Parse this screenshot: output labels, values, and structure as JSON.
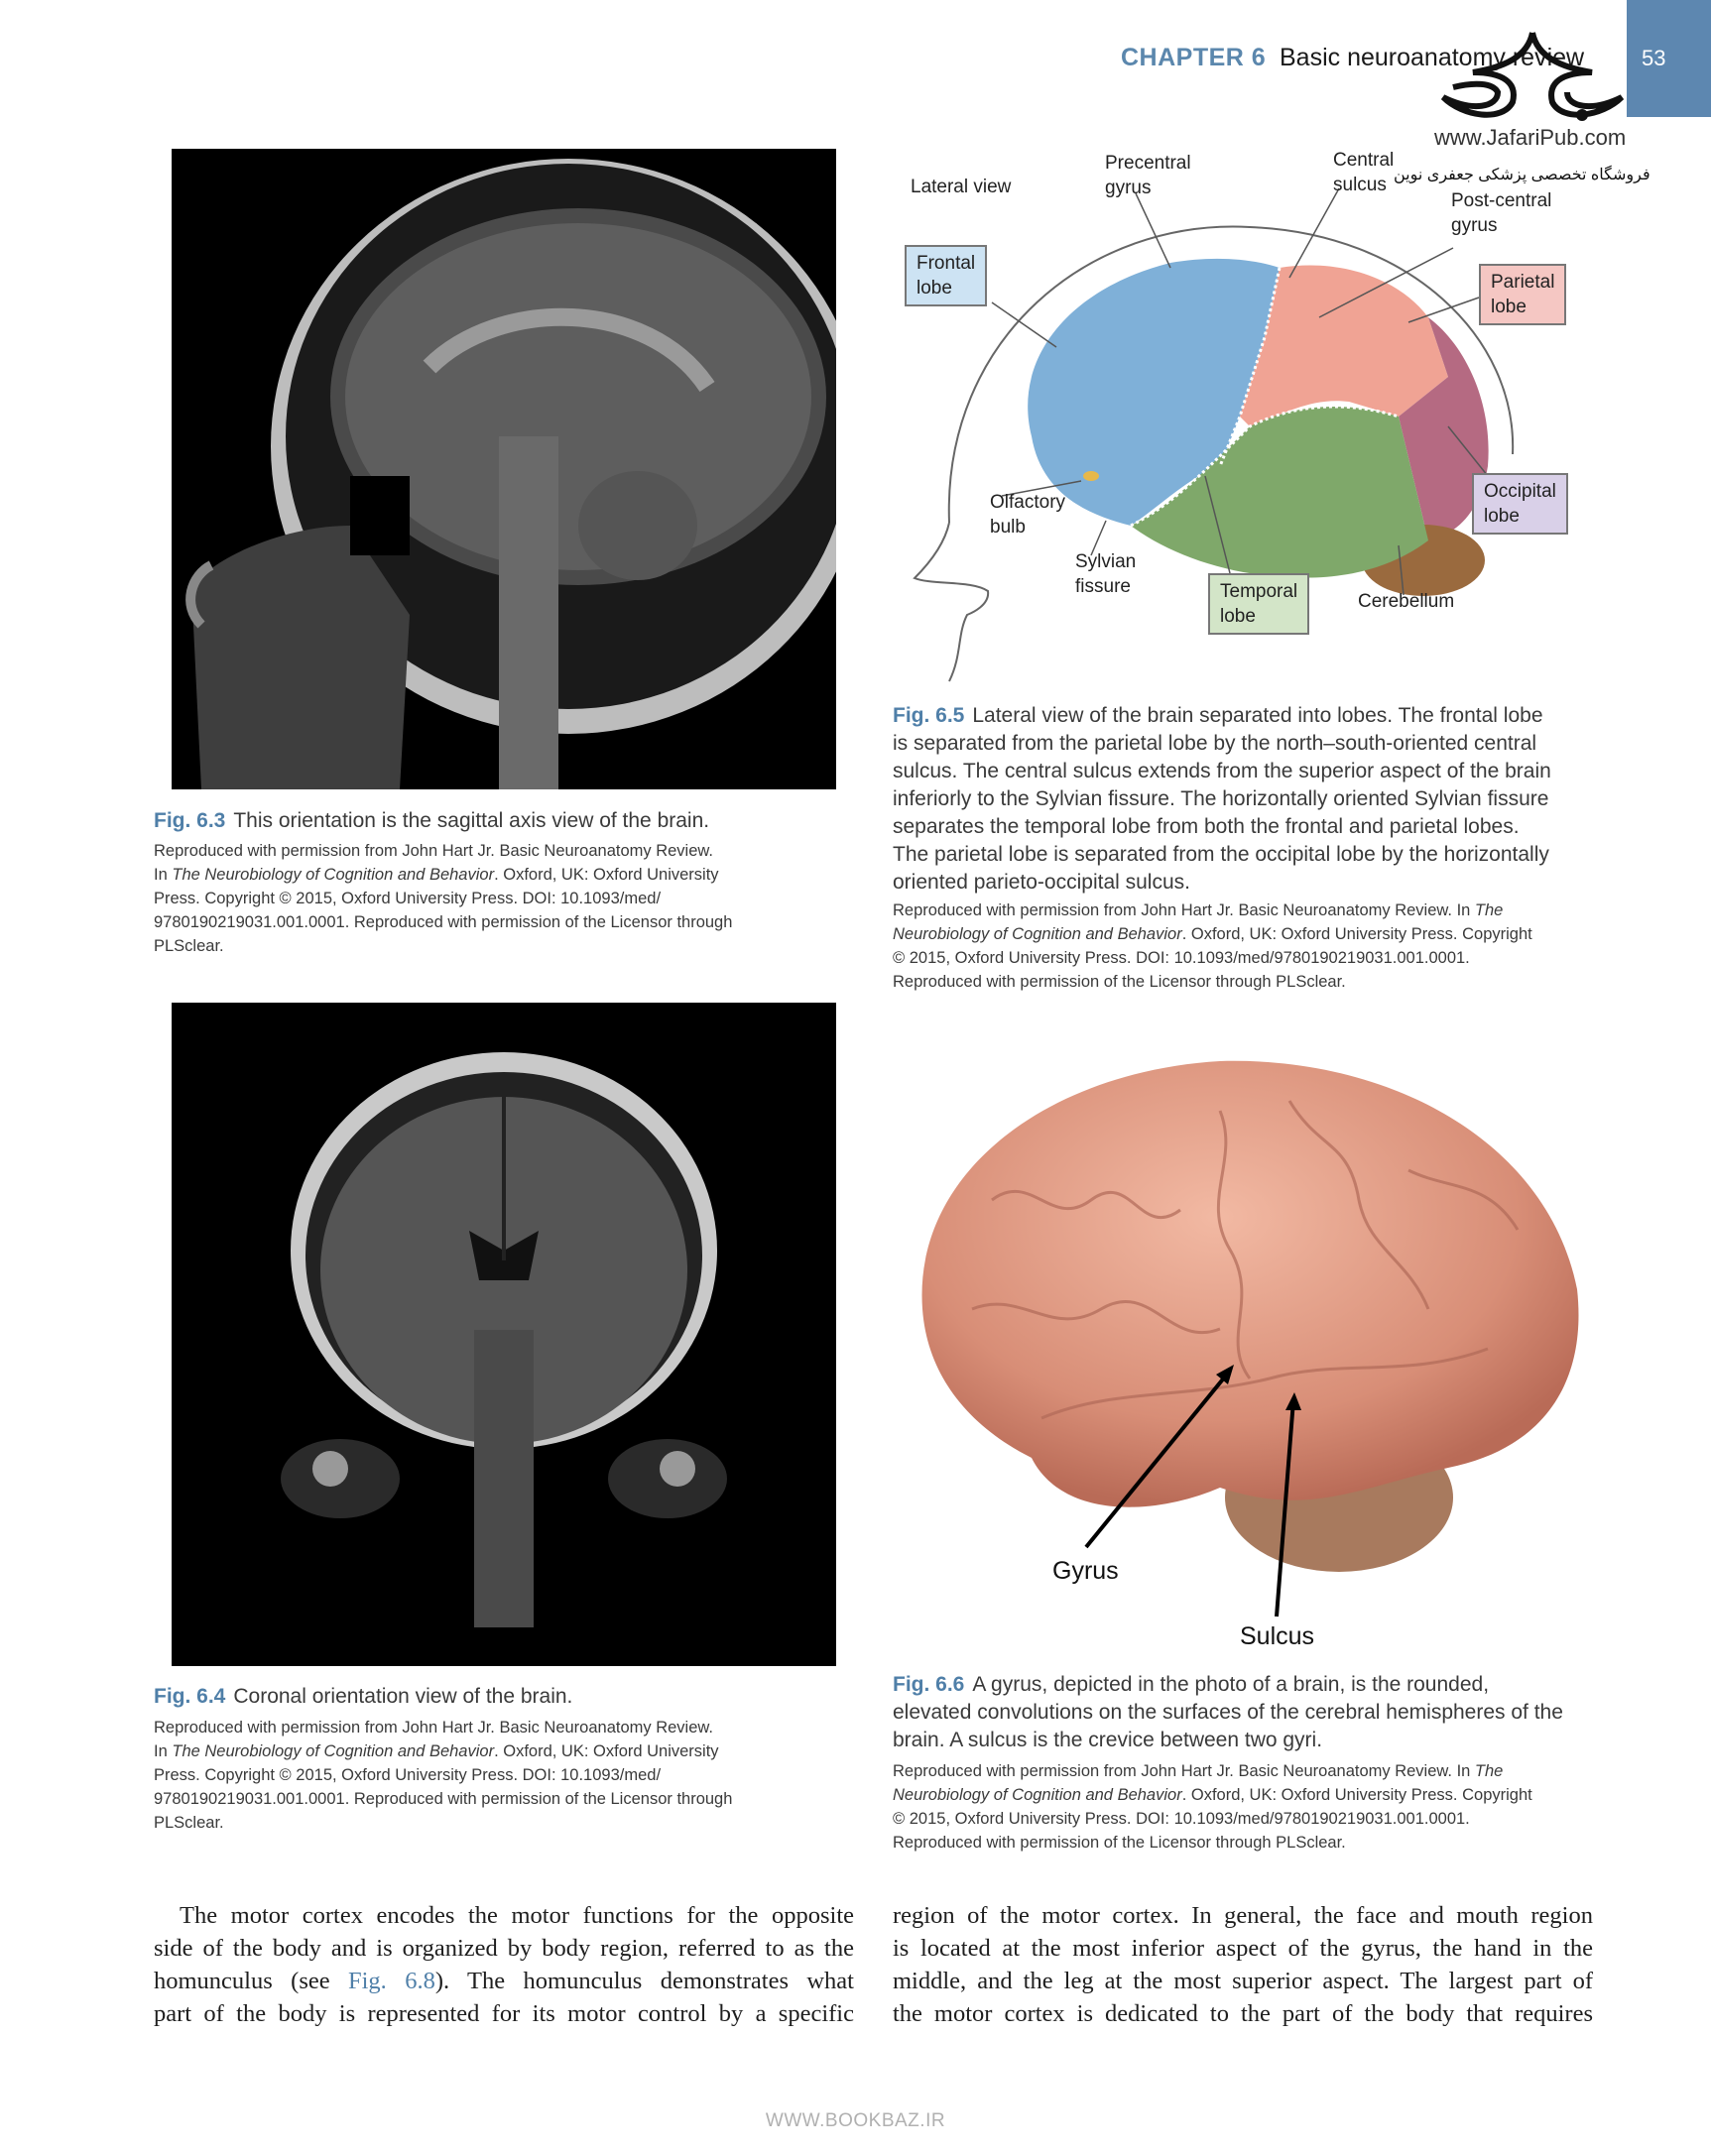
{
  "header": {
    "chapter_label": "CHAPTER 6",
    "chapter_title": "Basic neuroanatomy review",
    "page_number": "53",
    "accent_color": "#5d87b0"
  },
  "watermark": {
    "url": "www.JafariPub.com",
    "persian_text": "فروشگاه تخصصی پزشکی جعفری نوین"
  },
  "figures": {
    "fig_6_3": {
      "label": "Fig. 6.3",
      "caption": "This orientation is the sagittal axis view of the brain.",
      "credit_lines": [
        "Reproduced with permission from John Hart Jr. Basic Neuroanatomy Review.",
        "In ",
        "The Neurobiology of Cognition and Behavior",
        ". Oxford, UK: Oxford University",
        "Press. Copyright © 2015, Oxford University Press. DOI: 10.1093/med/",
        "9780190219031.001.0001. Reproduced with permission of the Licensor through",
        "PLSclear."
      ]
    },
    "fig_6_4": {
      "label": "Fig. 6.4",
      "caption": "Coronal orientation view of the brain.",
      "credit_lines": [
        "Reproduced with permission from John Hart Jr. Basic Neuroanatomy Review.",
        "In ",
        "The Neurobiology of Cognition and Behavior",
        ". Oxford, UK: Oxford University",
        "Press. Copyright © 2015, Oxford University Press. DOI: 10.1093/med/",
        "9780190219031.001.0001. Reproduced with permission of the Licensor through",
        "PLSclear."
      ]
    },
    "fig_6_5": {
      "label": "Fig. 6.5",
      "caption_lines": [
        "Lateral view of the brain separated into lobes. The frontal lobe",
        "is separated from the parietal lobe by the north–south-oriented central",
        "sulcus. The central sulcus extends from the superior aspect of the brain",
        "inferiorly to the Sylvian fissure. The horizontally oriented Sylvian fissure",
        "separates the temporal lobe from both the frontal and parietal lobes.",
        "The parietal lobe is separated from the occipital lobe by the horizontally",
        "oriented parieto-occipital sulcus."
      ],
      "credit_lines": [
        "Reproduced with permission from John Hart Jr. Basic Neuroanatomy Review. In ",
        "The",
        "Neurobiology of Cognition and Behavior",
        ". Oxford, UK: Oxford University Press. Copyright",
        "© 2015, Oxford University Press. DOI: 10.1093/med/9780190219031.001.0001.",
        "Reproduced with permission of the Licensor through PLSclear."
      ],
      "diagram": {
        "lateral_view": "Lateral view",
        "precentral": [
          "Precentral",
          "gyrus"
        ],
        "central": [
          "Central",
          "sulcus"
        ],
        "postcentral": [
          "Post-central",
          "gyrus"
        ],
        "frontal": [
          "Frontal",
          "lobe"
        ],
        "parietal": [
          "Parietal",
          "lobe"
        ],
        "occipital": [
          "Occipital",
          "lobe"
        ],
        "temporal": [
          "Temporal",
          "lobe"
        ],
        "olfactory": [
          "Olfactory",
          "bulb"
        ],
        "sylvian": [
          "Sylvian",
          "fissure"
        ],
        "cerebellum": "Cerebellum",
        "colors": {
          "frontal": "#7fb0d8",
          "parietal": "#f0a394",
          "occipital": "#b56a82",
          "temporal": "#7fa86a",
          "cerebellum": "#9a6a3e"
        }
      }
    },
    "fig_6_6": {
      "label": "Fig. 6.6",
      "caption_lines": [
        "A gyrus, depicted in the photo of a brain, is the rounded,",
        "elevated convolutions on the surfaces of the cerebral hemispheres of the",
        "brain. A sulcus is the crevice between two gyri."
      ],
      "credit_lines": [
        "Reproduced with permission from John Hart Jr. Basic Neuroanatomy Review. In ",
        "The",
        "Neurobiology of Cognition and Behavior",
        ". Oxford, UK: Oxford University Press. Copyright",
        "© 2015, Oxford University Press. DOI: 10.1093/med/9780190219031.001.0001.",
        "Reproduced with permission of the Licensor through PLSclear."
      ],
      "gyrus_label": "Gyrus",
      "sulcus_label": "Sulcus"
    }
  },
  "body": {
    "left_lines": [
      "The motor cortex encodes the motor functions for the opposite",
      "side of the body and is organized by body region, referred to as the",
      "homunculus (see ",
      "Fig. 6.8",
      "). The homunculus demonstrates what",
      "part of the body is represented for its motor control by a specific"
    ],
    "right_lines": [
      "region of the motor cortex. In general, the face and mouth region",
      "is located at the most inferior aspect of the gyrus, the hand in the",
      "middle, and the leg at the most superior aspect. The largest part of",
      "the motor cortex is dedicated to the part of the body that requires"
    ]
  },
  "footer": {
    "text": "WWW.BOOKBAZ.IR"
  }
}
